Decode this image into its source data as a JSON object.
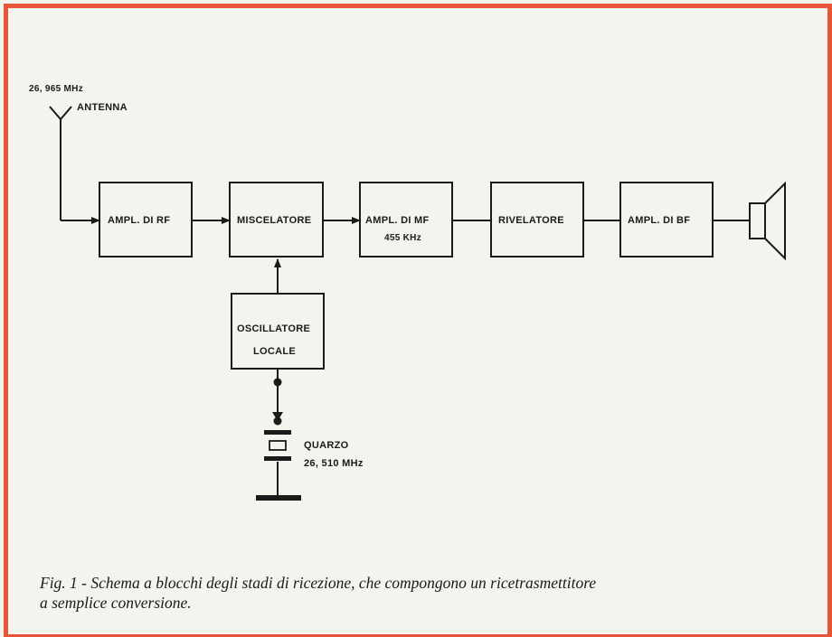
{
  "colors": {
    "frame": "#e8543a",
    "background": "#f5f3ed",
    "ink": "#1a1a1a"
  },
  "antenna": {
    "frequency": "26, 965 MHz",
    "label": "ANTENNA"
  },
  "blocks": {
    "rf_amp": "AMPL. DI RF",
    "mixer": "MISCELATORE",
    "mf_amp": {
      "line1": "AMPL. DI MF",
      "line2": "455 KHz"
    },
    "detector": "RIVELATORE",
    "bf_amp": "AMPL. DI BF",
    "local_osc": {
      "line1": "OSCILLATORE",
      "line2": "LOCALE"
    }
  },
  "crystal": {
    "label": "QUARZO",
    "frequency": "26, 510 MHz"
  },
  "speaker_icon": "loudspeaker-icon",
  "caption": {
    "line1": "Fig. 1 - Schema a blocchi degli stadi di ricezione, che compongono un ricetrasmettitore",
    "line2": "a semplice conversione."
  }
}
